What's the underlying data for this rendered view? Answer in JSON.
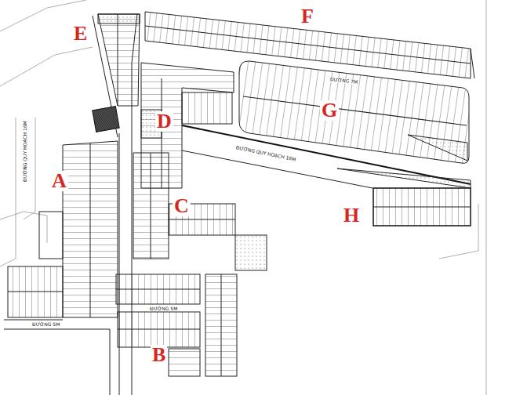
{
  "diagram": {
    "labels": [
      "E",
      "F",
      "D",
      "G",
      "A",
      "C",
      "H",
      "B",
      "ĐƯỜNG QUY HOẠCH 16M",
      "ĐƯỜNG QUY HOẠCH 16M",
      "ĐƯỜNG 7M",
      "ĐƯỜNG 5M",
      "ĐƯỜNG 5M"
    ]
  }
}
